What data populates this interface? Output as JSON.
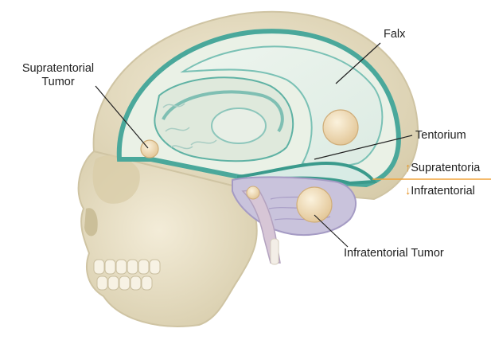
{
  "labels": {
    "falx": "Falx",
    "tentorium": "Tentorium",
    "supratentorial_tumor_line1": "Supratentorial",
    "supratentorial_tumor_line2": "Tumor",
    "infratentorial_tumor": "Infratentorial Tumor",
    "supratentorial_region": "Supratentoria",
    "infratentorial_region": "Infratentorial"
  },
  "icons": {
    "up": "up-arrow-icon",
    "down": "down-arrow-icon"
  },
  "colors": {
    "background": "#ffffff",
    "divider": "#f0a33a",
    "dura_teal": "#5ab3a8",
    "bone": "#e6dcc2",
    "tumor": "#f1ddb8",
    "leader": "#222222"
  }
}
